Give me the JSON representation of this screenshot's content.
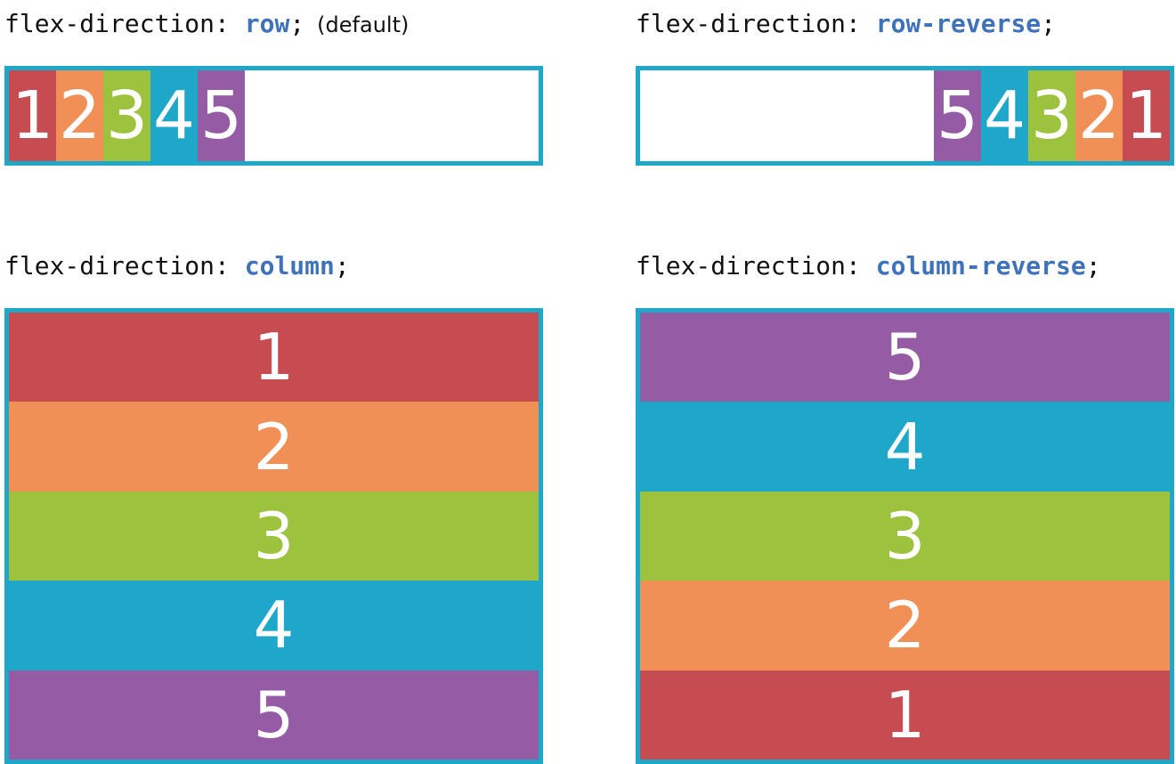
{
  "colors": {
    "border": "#1ea7c9",
    "keyword": "#3f73b9",
    "item1": "#c74c51",
    "item2": "#f08f56",
    "item3": "#9dc23e",
    "item4": "#1ea7c9",
    "item5": "#955ba5"
  },
  "panels": [
    {
      "id": "row",
      "prefix": "flex-direction:",
      "value": "row",
      "suffix": ";",
      "note": "(default)",
      "order": [
        "1",
        "2",
        "3",
        "4",
        "5"
      ]
    },
    {
      "id": "row-reverse",
      "prefix": "flex-direction:",
      "value": "row-reverse",
      "suffix": ";",
      "note": "",
      "order": [
        "1",
        "2",
        "3",
        "4",
        "5"
      ]
    },
    {
      "id": "column",
      "prefix": "flex-direction:",
      "value": "column",
      "suffix": ";",
      "note": "",
      "order": [
        "1",
        "2",
        "3",
        "4",
        "5"
      ]
    },
    {
      "id": "column-reverse",
      "prefix": "flex-direction:",
      "value": "column-reverse",
      "suffix": ";",
      "note": "",
      "order": [
        "1",
        "2",
        "3",
        "4",
        "5"
      ]
    }
  ]
}
